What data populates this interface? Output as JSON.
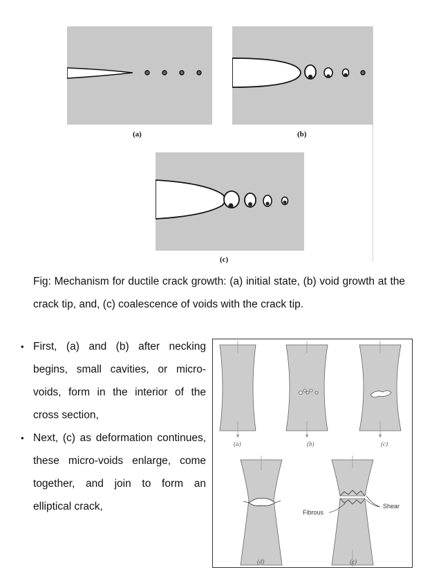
{
  "figure_top": {
    "panels": [
      {
        "label": "(a)"
      },
      {
        "label": "(b)"
      },
      {
        "label": "(c)"
      }
    ],
    "caption": "Fig: Mechanism for ductile crack growth: (a) initial state, (b) void growth at the crack tip, and, (c) coalescence of voids with the crack tip.",
    "colors": {
      "material": "#c8c8c8",
      "outline": "#111111"
    }
  },
  "bullets": [
    {
      "marker": "•",
      "text": "First, (a) and (b) after necking begins, small cavities, or micro-voids, form in the interior of the cross section,"
    },
    {
      "marker": "•",
      "text": "Next, (c) as deformation continues, these micro-voids enlarge, come together, and join to form an elliptical crack,"
    }
  ],
  "figure_right": {
    "labels": [
      "(a)",
      "(b)",
      "(c)",
      "(d)",
      "(e)"
    ],
    "annotations": {
      "fibrous": "Fibrous",
      "shear": "Shear"
    },
    "colors": {
      "specimen": "#cccccc"
    }
  }
}
